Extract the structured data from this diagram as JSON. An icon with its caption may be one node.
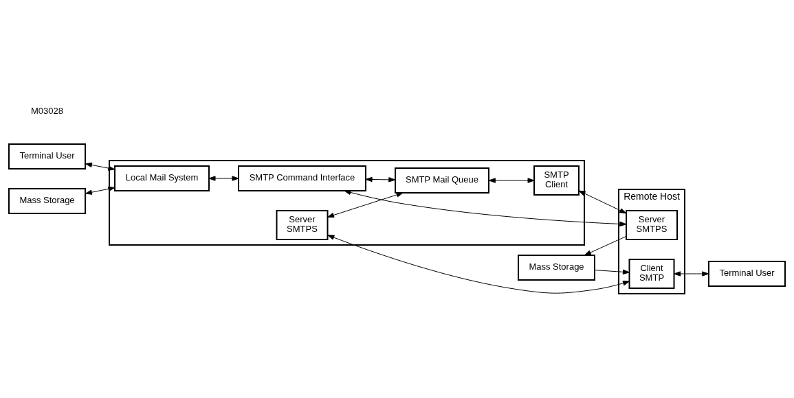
{
  "diagram": {
    "nodes": [
      {
        "text": [
          "Terminal User"
        ]
      },
      {
        "text": [
          "Mass Storage"
        ]
      },
      {
        "text": [],
        "shape": "box"
      },
      {
        "text": [
          "Local Mail System"
        ],
        "in": 2
      },
      {
        "text": [
          "SMTP Command Interface"
        ],
        "in": 2
      },
      {
        "text": [
          "Server",
          "SMTPS"
        ],
        "in": 2
      },
      {
        "text": [
          "SMTP Mail Queue"
        ],
        "in": 2
      },
      {
        "text": [
          "SMTP",
          "Client"
        ],
        "in": 2
      },
      {
        "text": [
          "Remote Host"
        ]
      },
      {
        "text": [
          "Client",
          "SMTP"
        ],
        "in": 8
      },
      {
        "text": [
          "Server",
          "SMTPS"
        ],
        "in": 8
      },
      {
        "text": [
          "Terminal User"
        ]
      },
      {
        "text": [
          "Mass Storage"
        ]
      }
    ],
    "edges": [
      {
        "from": 0,
        "to": 3,
        "arrow": "both"
      },
      {
        "from": 1,
        "to": 3,
        "arrow": "both"
      },
      {
        "from": 3,
        "to": 4,
        "arrow": "both"
      },
      {
        "from": 4,
        "to": 6,
        "arrow": "both"
      },
      {
        "from": 5,
        "to": 6,
        "arrow": "both"
      },
      {
        "from": 6,
        "to": 7,
        "arrow": "both"
      },
      {
        "from": 5,
        "to": 9,
        "arrow": "both"
      },
      {
        "from": 9,
        "to": 11,
        "arrow": "both"
      },
      {
        "from": 4,
        "to": 10,
        "arrow": "both"
      },
      {
        "from": 7,
        "to": 10,
        "arrow": "both"
      },
      {
        "from": 10,
        "to": 12,
        "arrow": "to"
      },
      {
        "from": 12,
        "to": 9,
        "arrow": "to"
      }
    ],
    "labels": [
      "M03028"
    ]
  }
}
